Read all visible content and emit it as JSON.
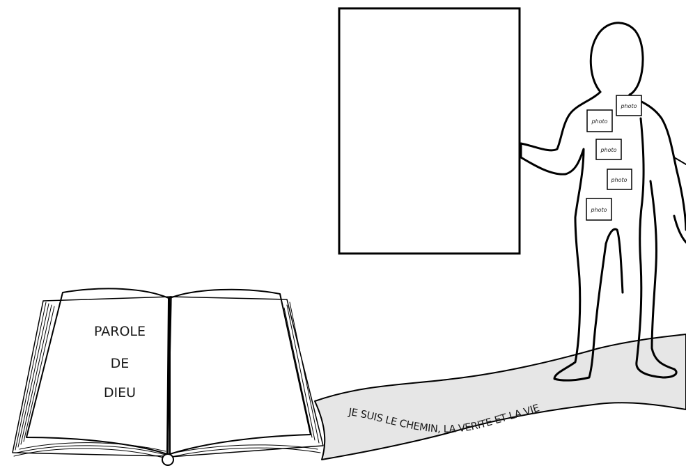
{
  "book": {
    "lines": [
      "PAROLE",
      "DE",
      "DIEU"
    ]
  },
  "ribbon": {
    "text": "JE SUIS LE CHEMIN, LA VERITE ET LA VIE",
    "fill": "#e6e6e6"
  },
  "figure": {
    "photos": [
      "photo",
      "photo",
      "photo",
      "photo",
      "photo"
    ]
  },
  "colors": {
    "ink": "#000000",
    "ribbon": "#e6e6e6",
    "page": "#ffffff"
  }
}
